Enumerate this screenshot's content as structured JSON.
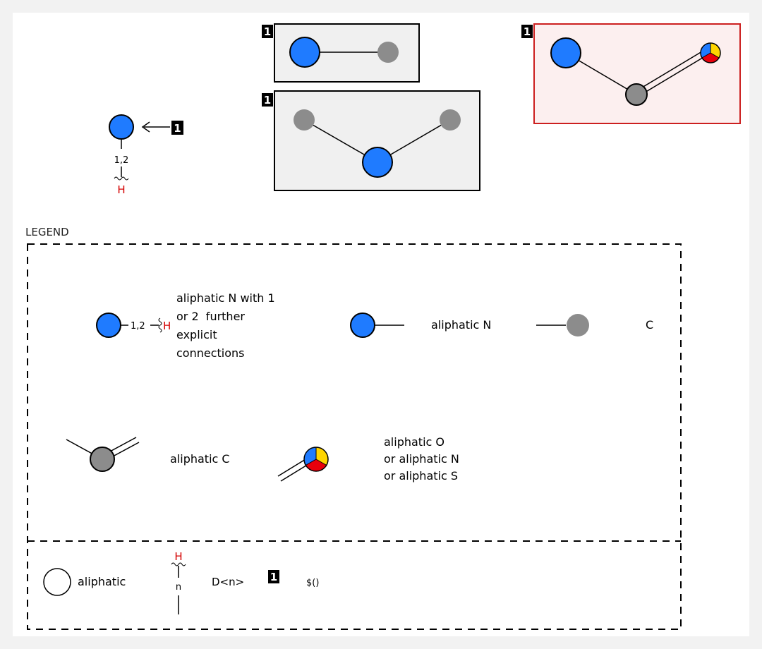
{
  "colors": {
    "nitrogen": "#1f7bff",
    "carbon": "#8c8c8c",
    "hydrogen_label": "#d40000",
    "oxygen_segment": "#e8000b",
    "sulfur_segment": "#ffd500",
    "box_gray_fill": "#f0f0f0",
    "box_red_fill": "#fcefef",
    "box_red_border": "#cc1f1f"
  },
  "icons": [
    "nitrogen-atom-icon",
    "carbon-atom-icon",
    "multi-element-atom-icon",
    "recursive-smarts-badge-icon"
  ],
  "top": {
    "arrow_badge": "1",
    "root_atom_count": "1,2",
    "root_atom_h": "H",
    "box1_badge": "1",
    "box2_badge": "1",
    "box3_badge": "1"
  },
  "legend": {
    "title": "LEGEND",
    "item_nh": {
      "count": "1,2",
      "h": "H",
      "lines": [
        "aliphatic N with 1",
        "or 2  further",
        "explicit",
        "connections"
      ]
    },
    "item_n": {
      "label": "aliphatic N"
    },
    "item_c": {
      "label": "C"
    },
    "item_aliph_c": {
      "label": "aliphatic C"
    },
    "item_ons": {
      "lines": [
        "aliphatic O",
        "or aliphatic N",
        "or aliphatic S"
      ]
    },
    "bottom": {
      "aliphatic_label": "aliphatic",
      "h": "H",
      "n": "n",
      "degree_label": "D<n>",
      "badge": "1",
      "recursive_label": "$()"
    }
  }
}
